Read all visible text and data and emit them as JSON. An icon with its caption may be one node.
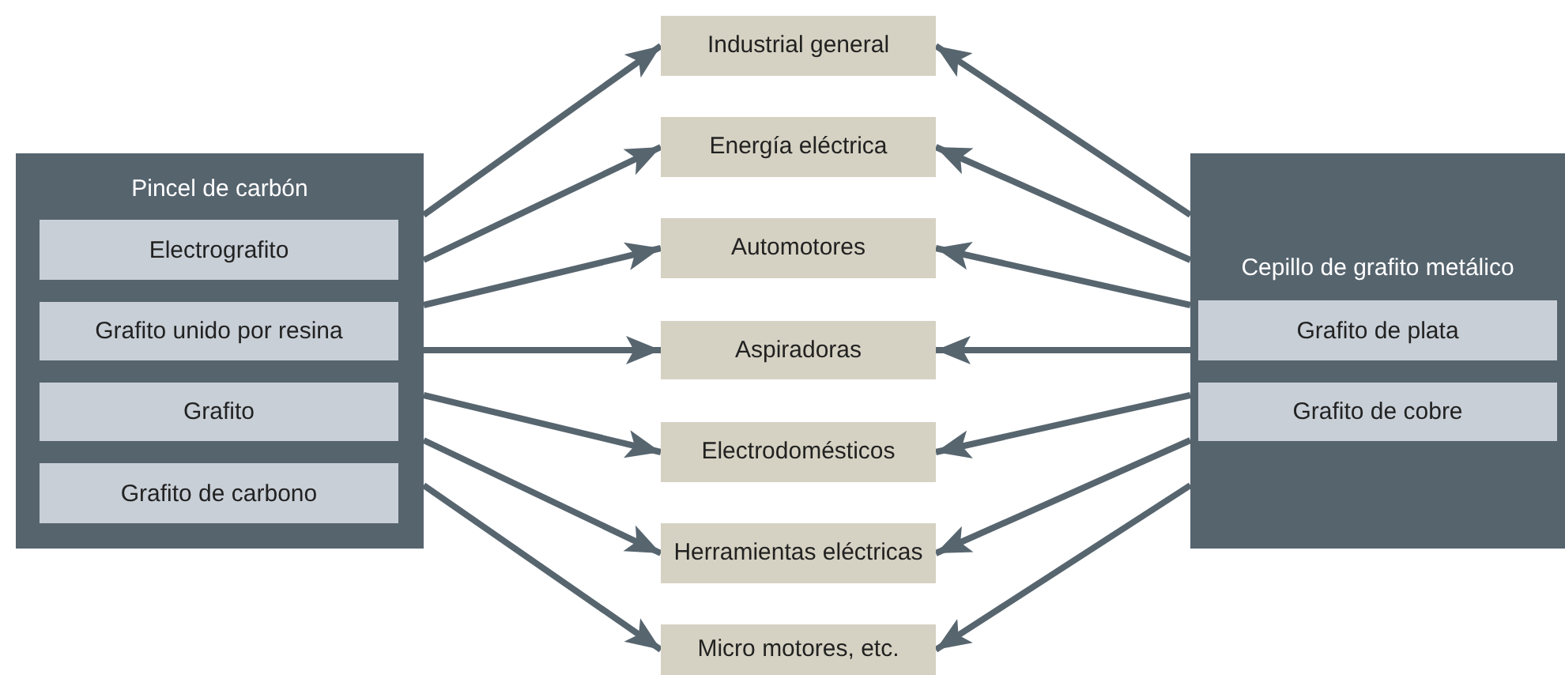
{
  "diagram": {
    "nodes": [
      {
        "text": [
          "Pincel de carbón"
        ]
      },
      {
        "text": [
          "Electrografito"
        ],
        "in": 0
      },
      {
        "text": [
          "Grafito unido por resina"
        ],
        "in": 0
      },
      {
        "text": [
          "Grafito"
        ],
        "in": 0
      },
      {
        "text": [
          "Grafito de carbono"
        ],
        "in": 0
      },
      {
        "text": [
          "Industrial general"
        ]
      },
      {
        "text": [
          "Energía eléctrica"
        ]
      },
      {
        "text": [
          "Automotores"
        ]
      },
      {
        "text": [
          "Aspiradoras"
        ]
      },
      {
        "text": [
          "Electrodomésticos"
        ]
      },
      {
        "text": [
          "Herramientas eléctricas"
        ]
      },
      {
        "text": [
          "Micro motores, etc."
        ]
      },
      {
        "text": [
          "Cepillo de grafito metálico"
        ]
      },
      {
        "text": [
          "Grafito de plata"
        ],
        "in": 12
      },
      {
        "text": [
          "Grafito de cobre"
        ],
        "in": 12
      }
    ],
    "edges": [
      {
        "from": 0,
        "to": 5,
        "arrow": "to"
      },
      {
        "from": 0,
        "to": 6,
        "arrow": "to"
      },
      {
        "from": 0,
        "to": 7,
        "arrow": "to"
      },
      {
        "from": 0,
        "to": 8,
        "arrow": "to"
      },
      {
        "from": 0,
        "to": 9,
        "arrow": "to"
      },
      {
        "from": 0,
        "to": 10,
        "arrow": "to"
      },
      {
        "from": 0,
        "to": 11,
        "arrow": "to"
      },
      {
        "from": 12,
        "to": 5,
        "arrow": "to"
      },
      {
        "from": 12,
        "to": 6,
        "arrow": "to"
      },
      {
        "from": 12,
        "to": 7,
        "arrow": "to"
      },
      {
        "from": 12,
        "to": 8,
        "arrow": "to"
      },
      {
        "from": 12,
        "to": 9,
        "arrow": "to"
      },
      {
        "from": 12,
        "to": 10,
        "arrow": "to"
      },
      {
        "from": 12,
        "to": 11,
        "arrow": "to"
      }
    ]
  }
}
